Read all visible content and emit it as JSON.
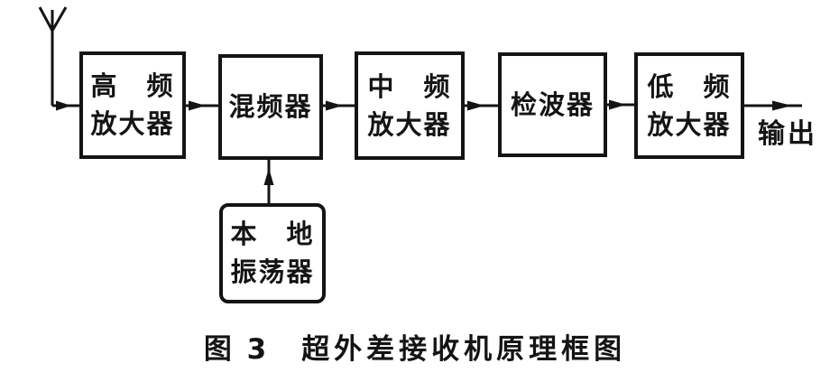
{
  "figure": {
    "caption_figure": "图 3",
    "caption_title": "超外差接收机原理框图"
  },
  "diagram": {
    "type": "block-diagram",
    "output_label": "输出",
    "antenna_icon": "antenna",
    "blocks": [
      {
        "id": "rf-amplifier",
        "line1": "高　频",
        "line2": "放大器"
      },
      {
        "id": "mixer",
        "line1": "混频器"
      },
      {
        "id": "if-amplifier",
        "line1": "中　频",
        "line2": "放大器"
      },
      {
        "id": "detector",
        "line1": "检波器"
      },
      {
        "id": "af-amplifier",
        "line1": "低　频",
        "line2": "放大器"
      },
      {
        "id": "local-oscillator",
        "line1": "本　地",
        "line2": "振荡器"
      }
    ],
    "flow": [
      "antenna → rf-amplifier → mixer → if-amplifier → detector → af-amplifier → 输出",
      "local-oscillator → mixer"
    ]
  },
  "colors": {
    "ink": "#141414",
    "background": "#ffffff"
  }
}
